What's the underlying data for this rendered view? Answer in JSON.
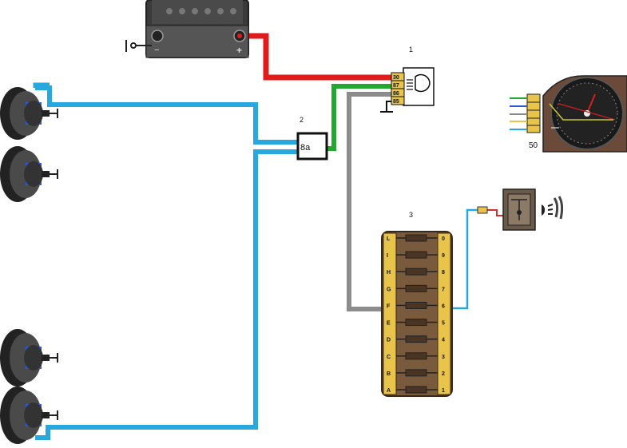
{
  "labels": {
    "relay_number": "1",
    "connector_number": "2",
    "fusebox_number": "3",
    "connector_terminal": "8a",
    "gauge_terminal": "50"
  },
  "relay_pins": [
    "30",
    "87",
    "86",
    "85"
  ],
  "battery": {
    "plus": "+",
    "minus": "−"
  },
  "fusebox": {
    "left_letters": [
      "A",
      "B",
      "C",
      "D",
      "E",
      "F",
      "G",
      "H",
      "I",
      "L"
    ],
    "right_numbers": [
      "1",
      "2",
      "3",
      "4",
      "5",
      "6",
      "7",
      "8",
      "9",
      "0"
    ]
  },
  "colors": {
    "positive_wire": "#e01b1b",
    "green_wire": "#22a82e",
    "gray_wire": "#8c8c8c",
    "light_wire": "#29a8e0",
    "fuse_body": "#7a5a3c",
    "fuse_tab": "#e8c44a"
  },
  "icons": [
    "battery-icon",
    "relay-icon",
    "headlamp-icon",
    "switch-icon",
    "gauge-icon",
    "ground-icon"
  ]
}
